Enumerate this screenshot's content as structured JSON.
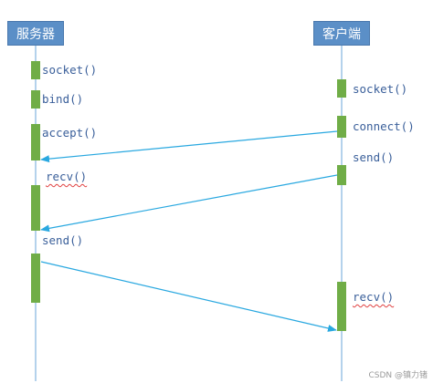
{
  "actors": {
    "server": "服务器",
    "client": "客户端"
  },
  "server_calls": {
    "socket": "socket()",
    "bind": "bind()",
    "accept": "accept()",
    "recv": "recv()",
    "send": "send()"
  },
  "client_calls": {
    "socket": "socket()",
    "connect": "connect()",
    "send": "send()",
    "recv": "recv()"
  },
  "watermark": "CSDN @镇力锗",
  "colors": {
    "actor_fill": "#5b8fc7",
    "lifeline": "#9cc3e6",
    "activation": "#70ad47",
    "arrow": "#29a8e0",
    "label_text": "#3a5f9a",
    "spellcheck_underline": "#e04040"
  }
}
